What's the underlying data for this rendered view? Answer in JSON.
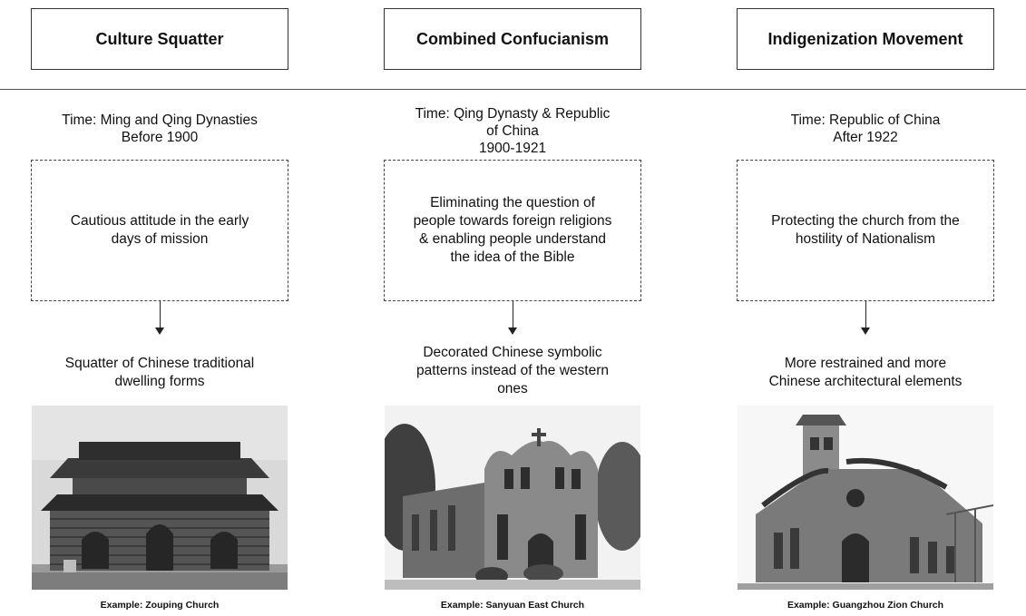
{
  "columns": [
    {
      "title": "Culture Squatter",
      "time": "Time: Ming and Qing Dynasties\nBefore 1900",
      "purpose": "Cautious attitude in the early\ndays of mission",
      "result": "Squatter of Chinese traditional\ndwelling forms",
      "example": "Example: Zouping Church"
    },
    {
      "title": "Combined Confucianism",
      "time": "Time: Qing Dynasty & Republic\nof China\n1900-1921",
      "purpose": "Eliminating the question of\npeople towards foreign religions\n& enabling people understand\nthe idea of the Bible",
      "result": "Decorated Chinese symbolic\npatterns instead of the western\nones",
      "example": "Example: Sanyuan   East Church"
    },
    {
      "title": "Indigenization Movement",
      "time": "Time: Republic of China\nAfter 1922",
      "purpose": "Protecting the church from the\nhostility of Nationalism",
      "result": "More restrained and more\nChinese architectural elements",
      "example": "Example: Guangzhou Zion Church"
    }
  ]
}
